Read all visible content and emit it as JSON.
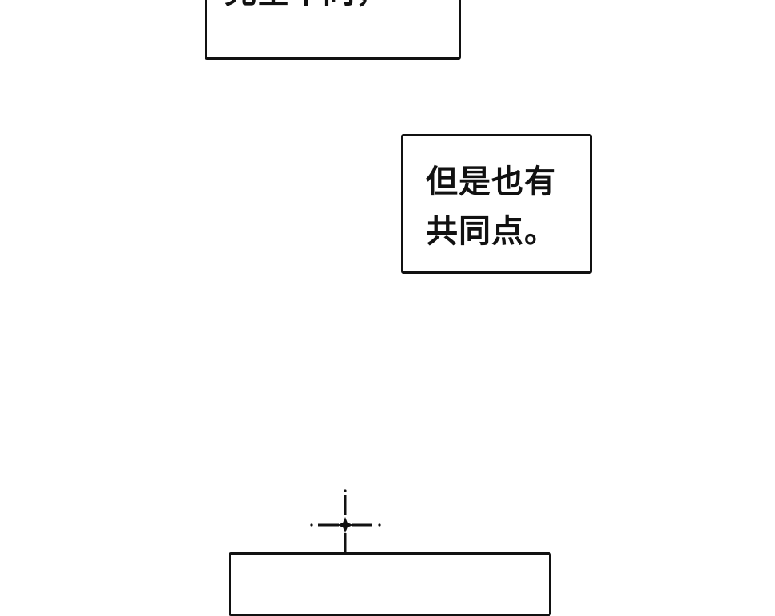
{
  "panels": {
    "bubble_top": {
      "text": "完全不同，"
    },
    "bubble_middle": {
      "line1": "但是也有",
      "line2": "共同点。"
    },
    "bubble_bottom": {
      "text": ""
    }
  }
}
